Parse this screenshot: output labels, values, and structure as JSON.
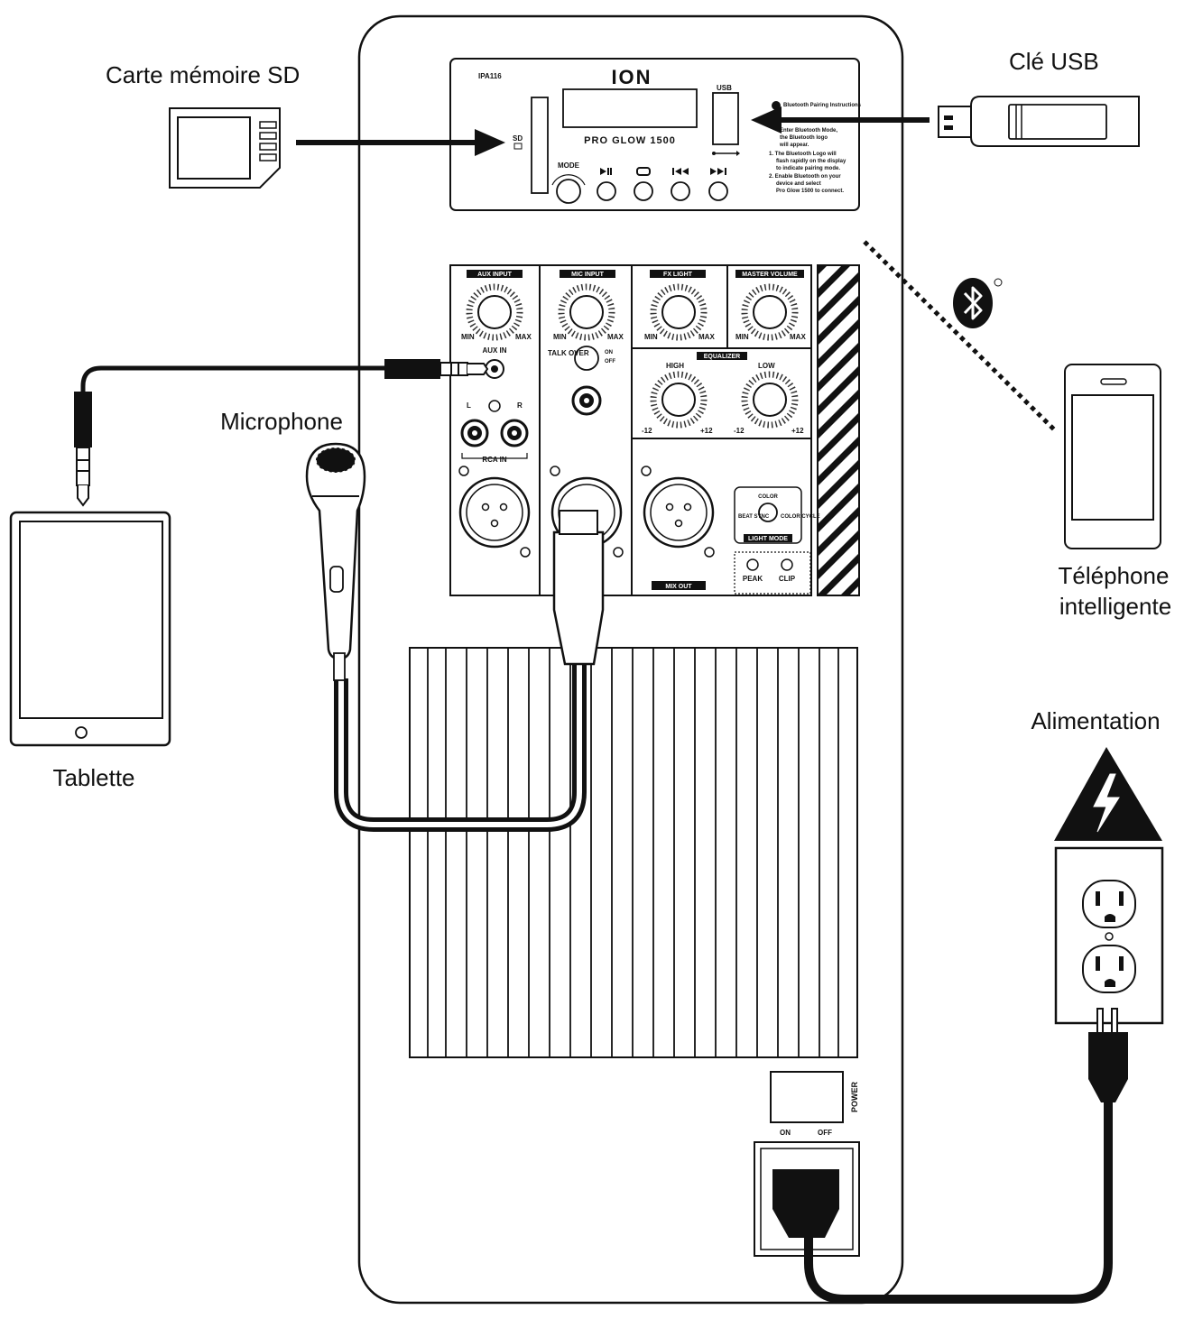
{
  "labels": {
    "sd_card": "Carte mémoire SD",
    "usb_key": "Clé USB",
    "microphone": "Microphone",
    "tablet": "Tablette",
    "smartphone_line1": "Téléphone",
    "smartphone_line2": "intelligente",
    "power_supply": "Alimentation"
  },
  "top_panel": {
    "brand": "ION",
    "model_badge": "IPA116",
    "model_name": "PRO GLOW 1500",
    "sd_slot": "SD",
    "usb_port": "USB",
    "mode_label": "MODE",
    "bt_title": "Bluetooth Pairing Instructions",
    "bt_steps": [
      "Enter Bluetooth Mode,",
      "the Bluetooth logo",
      "will appear.",
      "1. The Bluetooth Logo will",
      "flash rapidly on the display",
      "to indicate pairing mode.",
      "2. Enable Bluetooth on your",
      "device and select",
      "Pro Glow 1500 to connect."
    ]
  },
  "mixer": {
    "aux_input": "AUX INPUT",
    "mic_input": "MIC INPUT",
    "fx_light": "FX LIGHT",
    "master_volume": "MASTER VOLUME",
    "min": "MIN",
    "max": "MAX",
    "aux_in": "AUX IN",
    "rca_in": "RCA IN",
    "rca_left": "L",
    "rca_right": "R",
    "talkover": "TALK OVER",
    "talkover_on": "ON",
    "talkover_off": "OFF",
    "equalizer": "EQUALIZER",
    "high": "HIGH",
    "low": "LOW",
    "eq_min": "-12",
    "eq_max": "+12",
    "mix_out": "MIX OUT",
    "light_mode": "LIGHT MODE",
    "light_mode_top": "COLOR",
    "light_mode_left": "BEAT SYNC",
    "light_mode_right": "COLOR CYCLE",
    "peak": "PEAK",
    "clip": "CLIP"
  },
  "power_switch": {
    "label": "POWER",
    "on": "ON",
    "off": "OFF"
  }
}
